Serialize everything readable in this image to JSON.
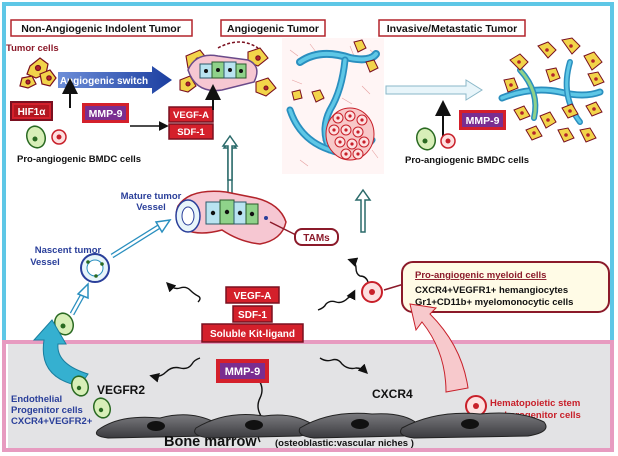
{
  "titles": {
    "non_angiogenic": "Non-Angiogenic Indolent Tumor",
    "angiogenic": "Angiogenic Tumor",
    "invasive": "Invasive/Metastatic Tumor"
  },
  "labels": {
    "tumor_cells": "Tumor cells",
    "angiogenic_switch": "Angiogenic switch",
    "hif1a": "HIF1α",
    "mmp9": "MMP-9",
    "vegfa": "VEGF-A",
    "sdf1": "SDF-1",
    "proangio_bmdc": "Pro-angiogenic BMDC cells",
    "mature_vessel_1": "Mature tumor",
    "mature_vessel_2": "Vessel",
    "nascent_vessel_1": "Nascent tumor",
    "nascent_vessel_2": "Vessel",
    "tams": "TAMs",
    "soluble_kit": "Soluble Kit-ligand",
    "myeloid_title": "Pro-angiogenic myeloid cells",
    "myeloid_line1": "CXCR4+VEGFR1+ hemangiocytes",
    "myeloid_line2": "Gr1+CD11b+ myelomonocytic  cells",
    "vegfr2": "VEGFR2",
    "cxcr4": "CXCR4",
    "epc_1": "Endothelial",
    "epc_2": "Progenitor cells",
    "epc_3": "CXCR4+VEGFR2+",
    "hsc_1": "Hematopoietic stem",
    "hsc_2": "and progenitor cells",
    "bone_marrow": "Bone marrow",
    "niches": "(osteoblastic:vascular niches )"
  },
  "colors": {
    "frame_cyan": "#5ec7e6",
    "frame_pink": "#e79bc0",
    "red_box": "#d4202b",
    "purple_box": "#7a2d90",
    "dark_red": "#9a1a2a",
    "blue_text": "#2a3f9a",
    "marrow_bg": "#e3e3e5"
  }
}
